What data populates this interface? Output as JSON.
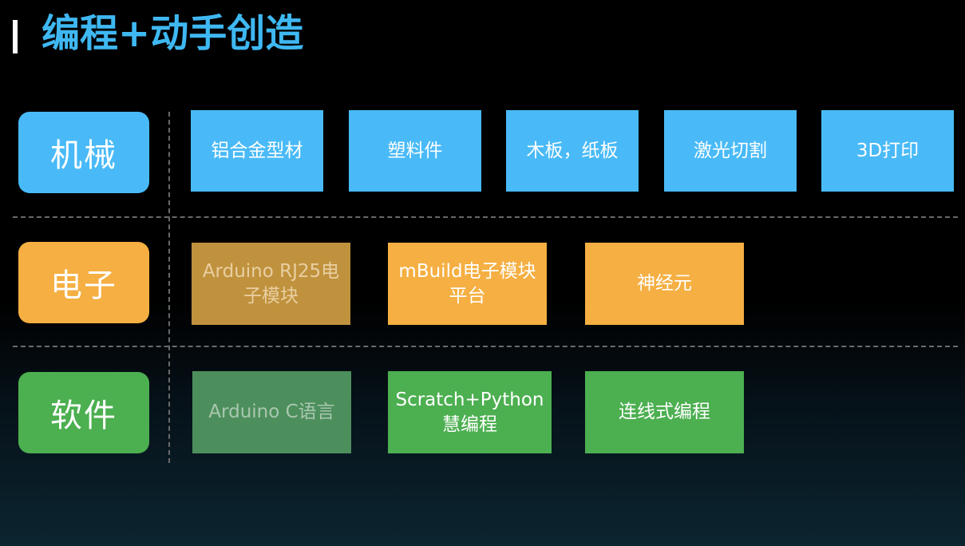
{
  "title": "编程+动手创造",
  "rows": {
    "mechanical": {
      "label": "机械",
      "items": [
        "铝合金型材",
        "塑料件",
        "木板，纸板",
        "激光切割",
        "3D打印"
      ]
    },
    "electronics": {
      "label": "电子",
      "items": [
        [
          "Arduino RJ25电",
          "子模块"
        ],
        [
          "mBuild电子模块",
          "平台"
        ],
        [
          "神经元"
        ]
      ]
    },
    "software": {
      "label": "软件",
      "items": [
        [
          "Arduino C语言"
        ],
        [
          "Scratch+Python",
          "慧编程"
        ],
        [
          "连线式编程"
        ]
      ]
    }
  },
  "colors": {
    "title": "#3fb8f2",
    "mechanical": "#49baf7",
    "electronics": "#f5af42",
    "software": "#4caf50"
  }
}
